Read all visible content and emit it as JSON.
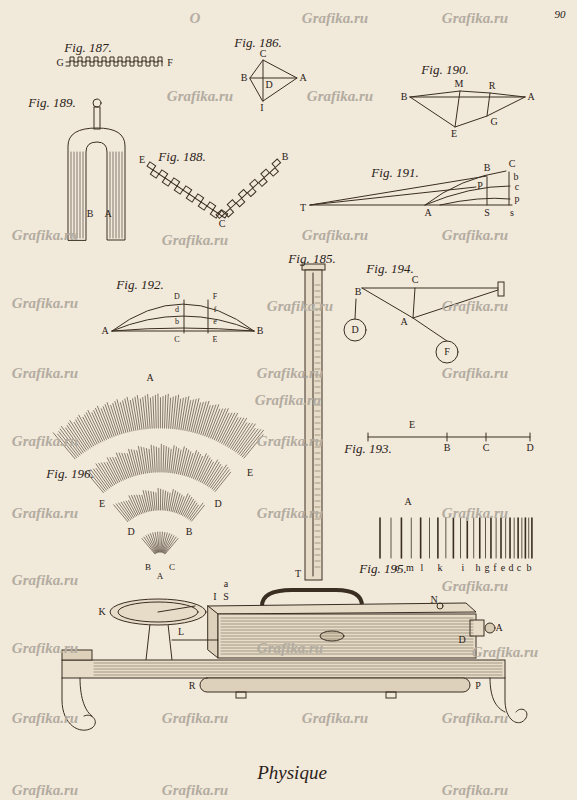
{
  "diagram": {
    "caption": "Physique",
    "labels": [
      "90",
      "Fig. 187.",
      "G",
      "F",
      "Fig. 186.",
      "C",
      "B",
      "D",
      "A",
      "I",
      "Fig. 189.",
      "B",
      "A",
      "Fig. 188.",
      "E",
      "B",
      "C",
      "Fig. 190.",
      "B",
      "M",
      "R",
      "A",
      "G",
      "E",
      "Fig. 191.",
      "T",
      "B",
      "C",
      "b",
      "P",
      "c",
      "p",
      "A",
      "S",
      "s",
      "Fig. 192.",
      "D",
      "F",
      "d",
      "f",
      "b",
      "e",
      "A",
      "B",
      "C",
      "E",
      "Fig. 194.",
      "B",
      "C",
      "A",
      "D",
      "F",
      "E",
      "Fig. 193.",
      "B",
      "C",
      "D",
      "A",
      "Fig. 196.",
      "E",
      "E",
      "D",
      "D",
      "B",
      "B",
      "A",
      "C",
      "A",
      "Fig. 195.",
      "o",
      "m",
      "l",
      "k",
      "i",
      "h",
      "g",
      "f",
      "e",
      "d",
      "c",
      "b",
      "a",
      "Fig. 185.",
      "T",
      "S",
      "K",
      "I",
      "N",
      "L",
      "D",
      "A",
      "R",
      "P",
      "O",
      "Grafika.ru",
      "Grafika.ru",
      "Grafika.ru",
      "Grafika.ru",
      "Grafika.ru",
      "Grafika.ru",
      "Grafika.ru",
      "Grafika.ru",
      "Grafika.ru",
      "Grafika.ru",
      "Grafika.ru",
      "Grafika.ru",
      "Grafika.ru",
      "Grafika.ru",
      "Grafika.ru",
      "Grafika.ru",
      "Grafika.ru",
      "Grafika.ru",
      "Grafika.ru",
      "Grafika.ru",
      "Grafika.ru",
      "Grafika.ru",
      "Grafika.ru",
      "Grafika.ru",
      "Grafika.ru",
      "Grafika.ru",
      "Grafika.ru",
      "Grafika.ru",
      "Grafika.ru",
      "Grafika.ru",
      "Grafika.ru",
      "Grafika.ru"
    ]
  }
}
